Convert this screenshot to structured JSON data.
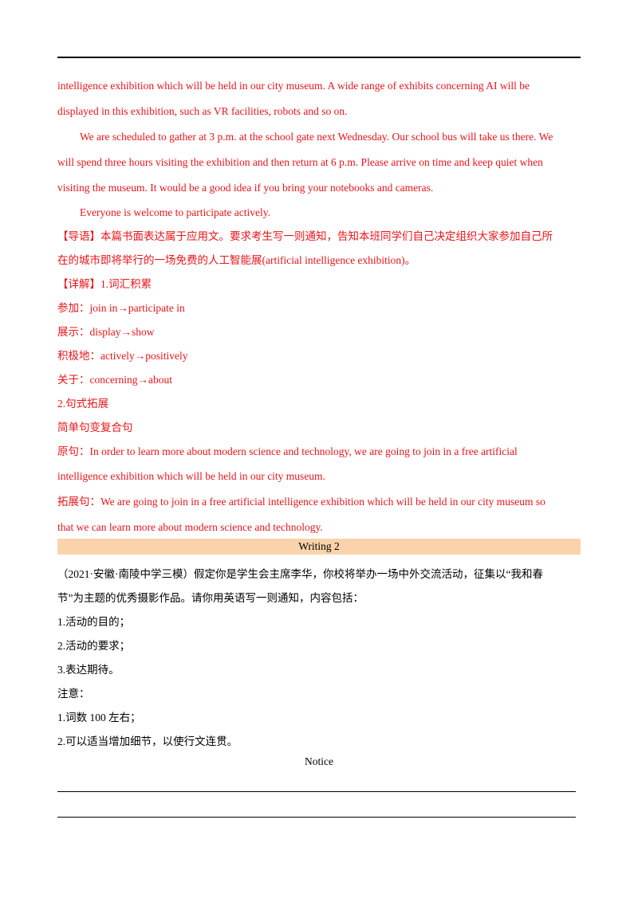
{
  "sample": {
    "p1_line1": "intelligence exhibition which will be held in our city museum. A wide range of exhibits concerning AI will be",
    "p1_line2": "displayed in this exhibition, such as VR facilities, robots and so on.",
    "p2_line1": "We are scheduled to gather at 3 p.m. at the school gate next Wednesday. Our school bus will take us there. We",
    "p2_line2": "will spend three hours visiting the exhibition and then return at 6 p.m. Please arrive on time and keep quiet when",
    "p2_line3": "visiting the museum. It would be a good idea if you bring your notebooks and cameras.",
    "p3": "Everyone is welcome to participate actively."
  },
  "guide": {
    "line1": "【导语】本篇书面表达属于应用文。要求考生写一则通知，告知本班同学们自己决定组织大家参加自己所",
    "line2": "在的城市即将举行的一场免费的人工智能展(artificial intelligence exhibition)。"
  },
  "detail": {
    "heading": "【详解】1.词汇积累",
    "vocab": [
      "参加：join in→participate in",
      "展示：display→show",
      "积极地：actively→positively",
      "关于：concerning→about"
    ],
    "section2": "2.句式拓展",
    "section2_sub": "简单句变复合句",
    "original_line1": "原句：In order to learn more about modern science and technology, we are going to join in a free artificial",
    "original_line2": "intelligence exhibition which will be held in our city museum.",
    "expanded_line1": "拓展句：We are going to join in a free artificial intelligence exhibition which will be held in our city museum so",
    "expanded_line2": "that we can learn more about modern science and technology."
  },
  "writing2": {
    "banner": "Writing 2",
    "prompt_line1": "（2021·安徽·南陵中学三模）假定你是学生会主席李华，你校将举办一场中外交流活动，征集以“我和春",
    "prompt_line2": "节”为主题的优秀摄影作品。请你用英语写一则通知，内容包括：",
    "points": [
      "1.活动的目的；",
      "2.活动的要求；",
      "3.表达期待。"
    ],
    "notes_heading": "注意：",
    "notes": [
      "1.词数 100 左右；",
      "2.可以适当增加细节，以使行文连贯。"
    ],
    "notice_title": "Notice"
  },
  "colors": {
    "answer_text": "#e8141a",
    "banner_bg": "#fad3ac"
  }
}
